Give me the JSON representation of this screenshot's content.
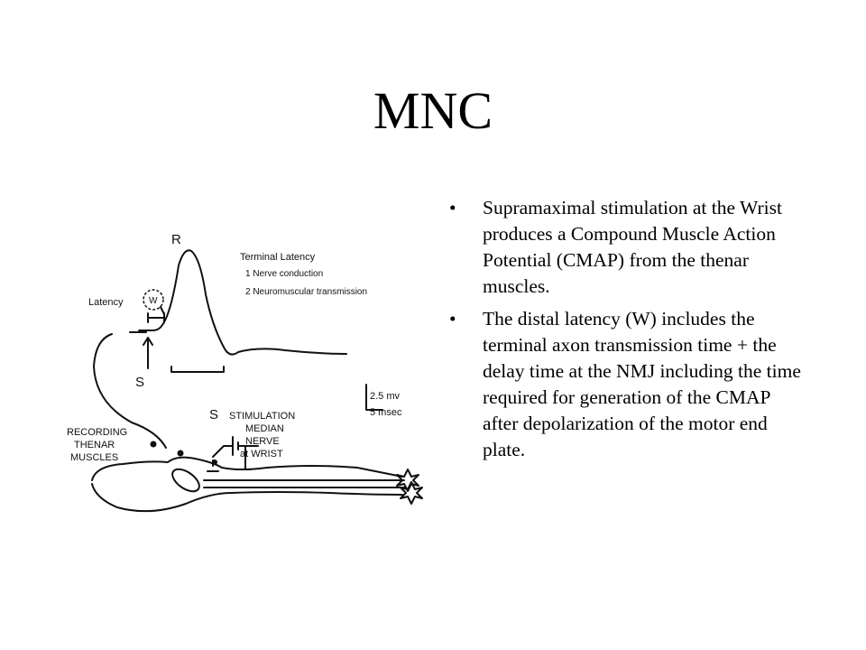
{
  "slide": {
    "title": "MNC",
    "bullet_char": "•",
    "bullets": [
      "Supramaximal stimulation at the Wrist produces a Compound Muscle Action Potential (CMAP) from the thenar muscles.",
      "The distal latency (W) includes the terminal axon transmission time + the delay time at the NMJ including the time required for generation of the CMAP after depolarization of the motor end plate."
    ]
  },
  "figure": {
    "r": "R",
    "terminal_latency": "Terminal Latency",
    "item1": "1  Nerve conduction",
    "item2": "2  Neuromuscular transmission",
    "latency": "Latency",
    "w": "W",
    "s1": "S",
    "s2": "S",
    "scale_mv": "2.5 mv",
    "scale_ms": "5 msec",
    "stim1": "STIMULATION",
    "stim2": "MEDIAN",
    "stim3": "NERVE",
    "stim4": "at WRIST",
    "rec1": "RECORDING",
    "rec2": "THENAR",
    "rec3": "MUSCLES"
  }
}
